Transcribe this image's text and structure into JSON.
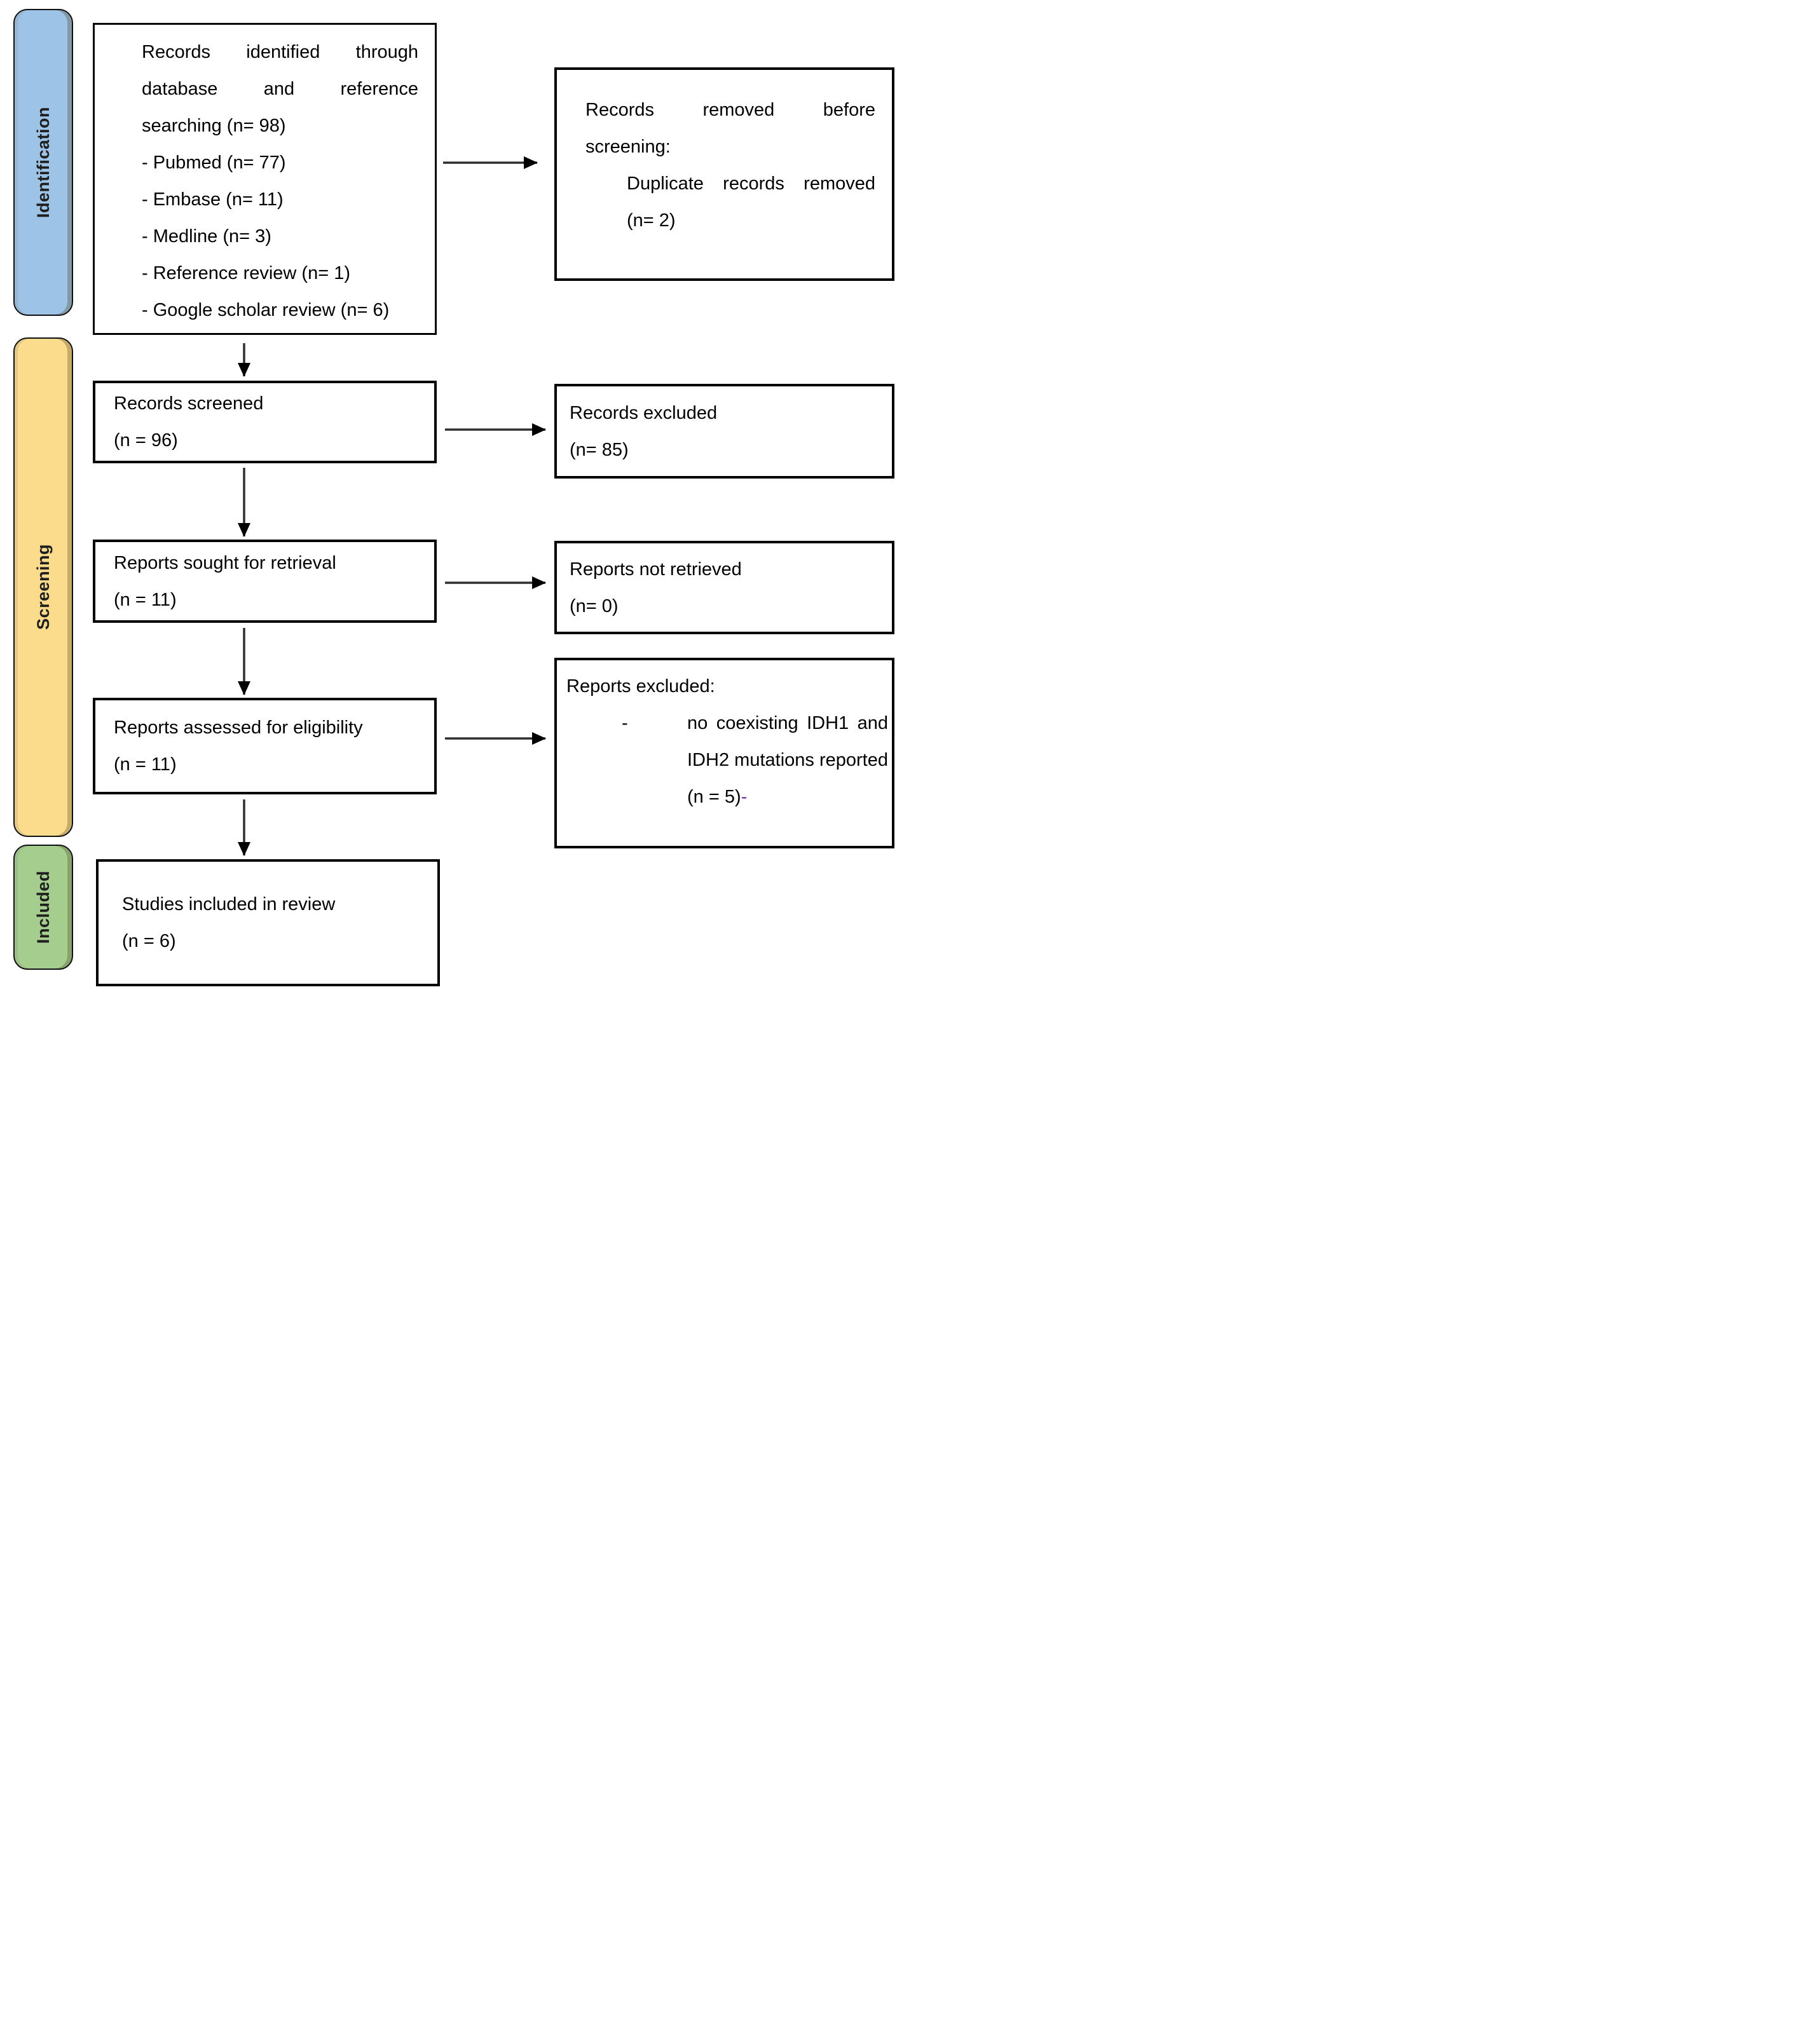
{
  "stages": [
    {
      "label": "Identification",
      "color": "#9DC3E6"
    },
    {
      "label": "Screening",
      "color": "#FBDC8C"
    },
    {
      "label": "Included",
      "color": "#A5CE8E"
    }
  ],
  "boxes": {
    "identified": {
      "lines": [
        "Records identified through",
        "database and reference",
        "searching (n= 98)"
      ],
      "bullets": [
        "- Pubmed (n= 77)",
        "- Embase (n= 11)",
        "- Medline (n= 3)",
        "- Reference review (n= 1)",
        "- Google scholar review (n= 6)"
      ]
    },
    "removed": {
      "lines": [
        "Records removed before",
        "screening:"
      ],
      "indent_lines": [
        "Duplicate records removed",
        "(n= 2)"
      ]
    },
    "screened": {
      "lines": [
        "Records screened",
        "(n = 96)"
      ]
    },
    "excluded": {
      "lines": [
        "Records excluded",
        "(n= 85)"
      ]
    },
    "sought": {
      "lines": [
        "Reports sought for retrieval",
        "(n = 11)"
      ]
    },
    "not_retrieved": {
      "lines": [
        "Reports not retrieved",
        "(n= 0)"
      ]
    },
    "assessed": {
      "lines": [
        "Reports assessed for eligibility",
        "(n = 11)"
      ]
    },
    "reports_excluded": {
      "title": "Reports excluded:",
      "bullet_dash": "-",
      "bullet_lines": [
        "no coexisting IDH1 and",
        "IDH2 mutations reported",
        "(n = 5)"
      ],
      "deletion_mark": "-"
    },
    "included_review": {
      "lines": [
        "Studies included in review",
        "(n = 6)"
      ]
    }
  },
  "colors": {
    "identification_fill": "#9DC3E6",
    "screening_fill": "#FBDC8C",
    "included_fill": "#A5CE8E",
    "box_border": "#000000",
    "arrow": "#2e2e2e",
    "deletion_mark": "#7030A0"
  }
}
